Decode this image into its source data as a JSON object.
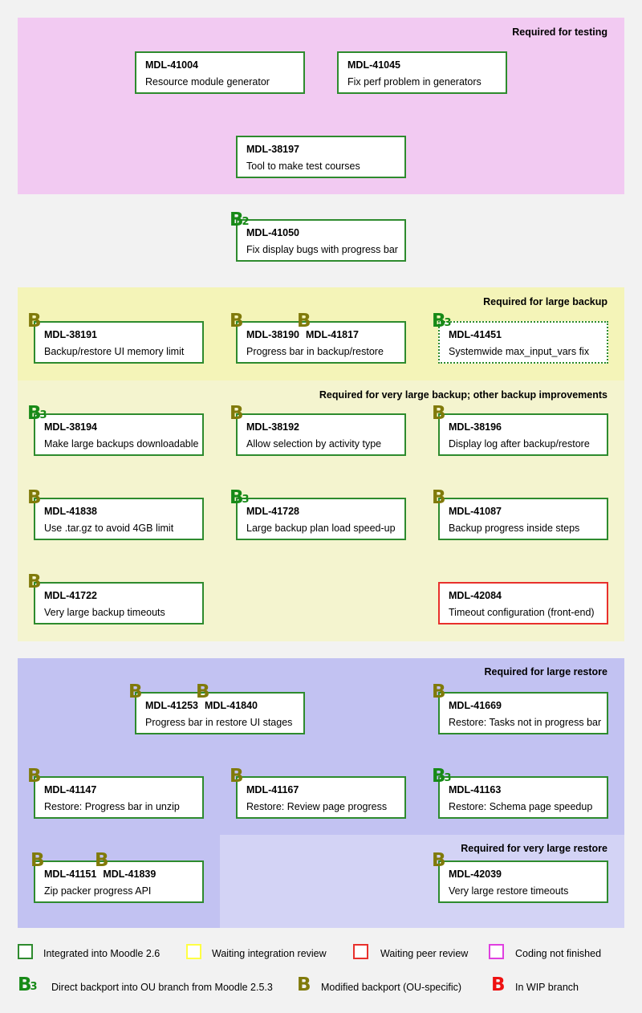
{
  "regions": {
    "testing": {
      "title": "Required for testing",
      "color": "#f2caf2"
    },
    "large_backup": {
      "title": "Required for large backup",
      "color": "#f4f4b8"
    },
    "very_large_backup": {
      "title": "Required for very large backup; other backup improvements",
      "color": "#f4f4cf"
    },
    "large_restore": {
      "title": "Required for large restore",
      "color": "#c2c2f2"
    },
    "very_large_restore": {
      "title": "Required for very large restore",
      "color": "#d3d3f5"
    }
  },
  "issues": [
    {
      "ids": [
        "MDL-41004"
      ],
      "desc": "Resource module generator",
      "status": "integrated"
    },
    {
      "ids": [
        "MDL-41045"
      ],
      "desc": "Fix perf problem in generators",
      "status": "integrated"
    },
    {
      "ids": [
        "MDL-38197"
      ],
      "desc": "Tool to make test courses",
      "status": "integrated"
    },
    {
      "ids": [
        "MDL-41050"
      ],
      "desc": "Fix display bugs with progress bar",
      "status": "integrated"
    },
    {
      "ids": [
        "MDL-38191"
      ],
      "desc": "Backup/restore UI memory limit",
      "status": "integrated"
    },
    {
      "ids": [
        "MDL-38190",
        "MDL-41817"
      ],
      "desc": "Progress bar in backup/restore",
      "status": "integrated"
    },
    {
      "ids": [
        "MDL-41451"
      ],
      "desc": "Systemwide max_input_vars fix",
      "status": "integrated-dotted"
    },
    {
      "ids": [
        "MDL-38194"
      ],
      "desc": "Make large backups downloadable",
      "status": "integrated"
    },
    {
      "ids": [
        "MDL-38192"
      ],
      "desc": "Allow selection by activity type",
      "status": "integrated"
    },
    {
      "ids": [
        "MDL-38196"
      ],
      "desc": "Display log after backup/restore",
      "status": "integrated"
    },
    {
      "ids": [
        "MDL-41838"
      ],
      "desc": "Use .tar.gz to avoid 4GB limit",
      "status": "integrated"
    },
    {
      "ids": [
        "MDL-41728"
      ],
      "desc": "Large backup plan load speed-up",
      "status": "integrated"
    },
    {
      "ids": [
        "MDL-41087"
      ],
      "desc": "Backup progress inside steps",
      "status": "integrated"
    },
    {
      "ids": [
        "MDL-41722"
      ],
      "desc": "Very large backup timeouts",
      "status": "integrated"
    },
    {
      "ids": [
        "MDL-42084"
      ],
      "desc": "Timeout configuration (front-end)",
      "status": "peer-review"
    },
    {
      "ids": [
        "MDL-41253",
        "MDL-41840"
      ],
      "desc": "Progress bar in restore UI stages",
      "status": "integrated"
    },
    {
      "ids": [
        "MDL-41669"
      ],
      "desc": "Restore: Tasks not in progress bar",
      "status": "integrated"
    },
    {
      "ids": [
        "MDL-41147"
      ],
      "desc": "Restore: Progress bar in unzip",
      "status": "integrated"
    },
    {
      "ids": [
        "MDL-41167"
      ],
      "desc": "Restore: Review page progress",
      "status": "integrated"
    },
    {
      "ids": [
        "MDL-41163"
      ],
      "desc": "Restore: Schema page speedup",
      "status": "integrated"
    },
    {
      "ids": [
        "MDL-41151",
        "MDL-41839"
      ],
      "desc": "Zip packer progress API",
      "status": "integrated"
    },
    {
      "ids": [
        "MDL-42039"
      ],
      "desc": "Very large restore timeouts",
      "status": "integrated"
    }
  ],
  "badges": {
    "letter": "B",
    "direct_sub": "3",
    "b2_sub": "2"
  },
  "legend": {
    "integrated": {
      "label": "Integrated into Moodle 2.6",
      "color": "#2e8b2e"
    },
    "waiting_integration": {
      "label": "Waiting integration review",
      "color": "#ffff44"
    },
    "waiting_peer": {
      "label": "Waiting peer review",
      "color": "#e8302c"
    },
    "coding": {
      "label": "Coding not finished",
      "color": "#e040e0"
    },
    "direct_backport": {
      "label": "Direct backport into OU branch from Moodle 2.5.3",
      "color": "#178a17"
    },
    "modified_backport": {
      "label": "Modified backport (OU-specific)",
      "color": "#807a0a"
    },
    "wip": {
      "label": "In WIP branch",
      "color": "#ee1111"
    }
  }
}
